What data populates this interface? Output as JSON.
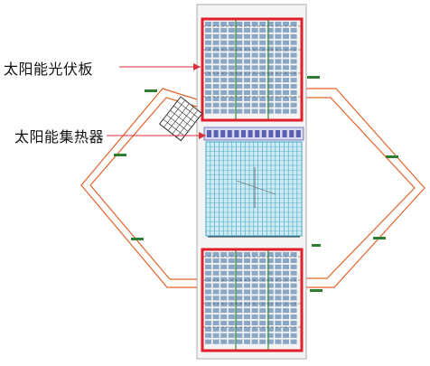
{
  "labels": {
    "pv_panel": "太阳能光伏板",
    "solar_collector": "太阳能集热器"
  },
  "colors": {
    "background": "#ffffff",
    "pv_outline": "#e0202a",
    "pv_cell": "#8aa7c6",
    "pv_gridline": "#3a8a3a",
    "collector_fill": "#cfeaf2",
    "collector_grid": "#39a6c6",
    "collector_header": "#5b5fb0",
    "pipe": "#e2652a",
    "leader_arrow": "#d9303a",
    "structure": "#2f2f2f"
  },
  "icons": {
    "leader": "arrow-right-icon",
    "pipe_tag": "pipe-tag-marker"
  }
}
